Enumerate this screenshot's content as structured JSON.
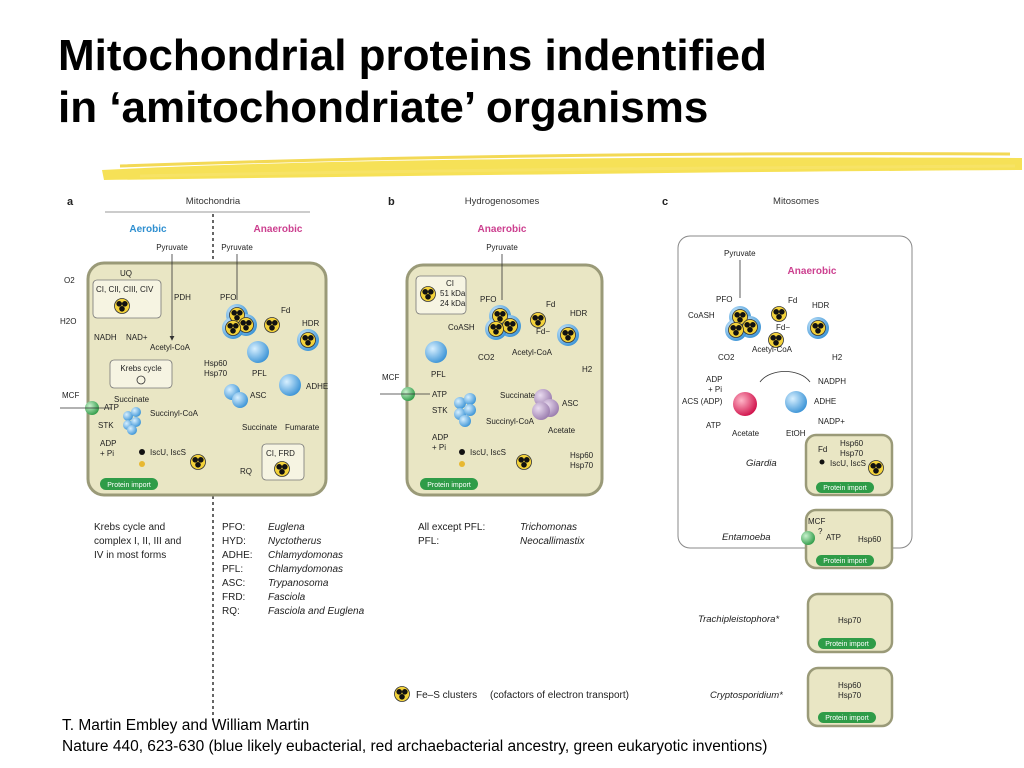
{
  "title": {
    "line1": "Mitochondrial proteins indentified",
    "line2": "in ‘amitochondriate’ organisms"
  },
  "figure": {
    "panel_a": {
      "letter": "a",
      "header": "Mitochondria",
      "aerobic": "Aerobic",
      "anaerobic": "Anaerobic",
      "labels": {
        "pyruvate_left": "Pyruvate",
        "pyruvate_right": "Pyruvate",
        "uq": "UQ",
        "complexes": "CI, CII, CIII, CIV",
        "o2": "O2",
        "h2o": "H2O",
        "pdh": "PDH",
        "nadh": "NADH",
        "nad": "NAD+",
        "acetyl_coa": "Acetyl-CoA",
        "krebs": "Krebs cycle",
        "succinate": "Succinate",
        "succinyl_coa": "Succinyl-CoA",
        "atp": "ATP",
        "stk": "STK",
        "adp": "ADP",
        "pi": "+ Pi",
        "mcf": "MCF",
        "iscu": "IscU, IscS",
        "pfo": "PFO",
        "fd": "Fd",
        "hdr": "HDR",
        "hsp60": "Hsp60",
        "hsp70": "Hsp70",
        "pfl": "PFL",
        "adhe": "ADHE",
        "asc": "ASC",
        "succinate2": "Succinate",
        "fumarate": "Fumarate",
        "ci_frd": "CI, FRD",
        "rq": "RQ",
        "protein_import": "Protein import"
      },
      "aerobic_note": [
        "Krebs cycle and",
        "complex  I, II, III and",
        "IV in most forms"
      ],
      "anaerobic_list": [
        {
          "enzyme": "PFO:",
          "organism": "Euglena"
        },
        {
          "enzyme": "HYD:",
          "organism": "Nyctotherus"
        },
        {
          "enzyme": "ADHE:",
          "organism": "Chlamydomonas"
        },
        {
          "enzyme": "PFL:",
          "organism": "Chlamydomonas"
        },
        {
          "enzyme": "ASC:",
          "organism": "Trypanosoma"
        },
        {
          "enzyme": "FRD:",
          "organism": "Fasciola"
        },
        {
          "enzyme": "RQ:",
          "organism": "Fasciola and Euglena"
        }
      ]
    },
    "panel_b": {
      "letter": "b",
      "header": "Hydrogenosomes",
      "anaerobic": "Anaerobic",
      "labels": {
        "pyruvate": "Pyruvate",
        "ci": "CI",
        "ci_51": "51 kDa",
        "ci_24": "24 kDa",
        "pfo": "PFO",
        "fd": "Fd",
        "hdr": "HDR",
        "coash": "CoASH",
        "fd_minus": "Fd−",
        "co2": "CO2",
        "acetyl_coa": "Acetyl-CoA",
        "h2": "H2",
        "pfl": "PFL",
        "mcf": "MCF",
        "atp": "ATP",
        "succinate": "Succinate",
        "stk": "STK",
        "asc": "ASC",
        "succinyl_coa": "Succinyl-CoA",
        "acetate": "Acetate",
        "adp": "ADP",
        "pi": "+ Pi",
        "iscu": "IscU, IscS",
        "hsp60": "Hsp60",
        "hsp70": "Hsp70",
        "protein_import": "Protein import"
      },
      "list": [
        {
          "enzyme": "All except PFL:",
          "organism": "Trichomonas"
        },
        {
          "enzyme": "PFL:",
          "organism": "Neocallimastix"
        }
      ]
    },
    "panel_c": {
      "letter": "c",
      "header": "Mitosomes",
      "anaerobic": "Anaerobic",
      "labels": {
        "pyruvate": "Pyruvate",
        "pfo": "PFO",
        "fd": "Fd",
        "hdr": "HDR",
        "coash": "CoASH",
        "fd_minus": "Fd−",
        "co2": "CO2",
        "acetyl_coa": "Acetyl-CoA",
        "h2": "H2",
        "adp": "ADP",
        "pi": "+ Pi",
        "acs": "ACS (ADP)",
        "atp": "ATP",
        "acetate": "Acetate",
        "nadph": "NADPH",
        "adhe": "ADHE",
        "nadp": "NADP+",
        "etoh": "EtOH"
      },
      "giardia": {
        "name": "Giardia",
        "fd": "Fd",
        "hsp60": "Hsp60",
        "hsp70": "Hsp70",
        "iscu": "IscU, IscS",
        "import": "Protein import"
      },
      "entamoeba": {
        "name": "Entamoeba",
        "mcf": "MCF",
        "q": "?",
        "atp": "ATP",
        "hsp60": "Hsp60",
        "import": "Protein import"
      },
      "trachi": {
        "name": "Trachipleistophora*",
        "hsp70": "Hsp70",
        "import": "Protein import"
      },
      "crypto": {
        "name": "Cryptosporidium*",
        "hsp60": "Hsp60",
        "hsp70": "Hsp70",
        "import": "Protein import"
      }
    },
    "legend": {
      "name": "Fe–S clusters",
      "desc": "(cofactors of electron transport)"
    }
  },
  "citation": {
    "line1": "T. Martin Embley and William Martin",
    "line2": "Nature 440, 623-630  (blue likely eubacterial, red archaebacterial ancestry, green eukaryotic inventions)"
  },
  "colors": {
    "membrane": "#e9e6c4",
    "membrane_border": "#9a9a78",
    "blue_protein": "#5aaee8",
    "pink_protein": "#d81f57",
    "green_import": "#2f9c48",
    "highlighter": "#f5dc3a",
    "aerobic_text": "#2f8fd0",
    "anaerobic_text": "#cc3f8f"
  }
}
